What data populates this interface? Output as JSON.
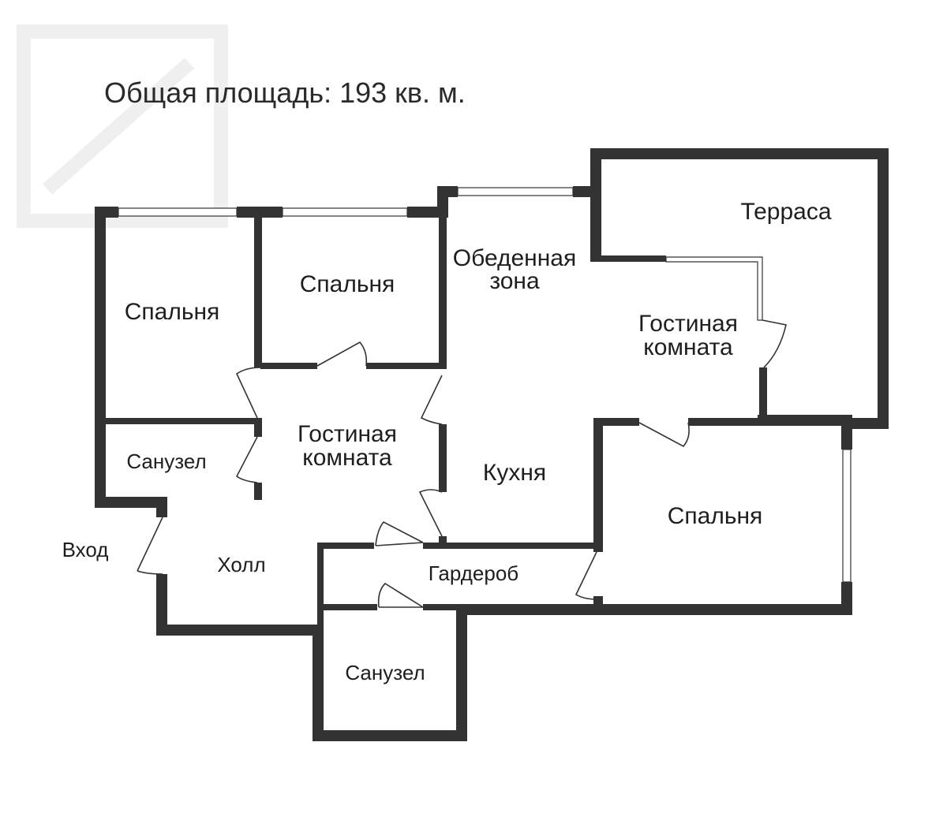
{
  "header": {
    "total_area": "Общая площадь: 193 кв. м."
  },
  "rooms": {
    "bedroom_left": "Спальня",
    "bedroom_top": "Спальня",
    "dining": [
      "Обеденная",
      "зона"
    ],
    "terrace": "Терраса",
    "living_right": [
      "Гостиная",
      "комната"
    ],
    "living_center": [
      "Гостиная",
      "комната"
    ],
    "bathroom_left": "Санузел",
    "kitchen": "Кухня",
    "bedroom_right": "Спальня",
    "hall": "Холл",
    "wardrobe": "Гардероб",
    "bathroom_bottom": "Санузел"
  },
  "labels": {
    "entrance": "Вход"
  },
  "colors": {
    "wall": "#333333",
    "background": "#ffffff"
  }
}
